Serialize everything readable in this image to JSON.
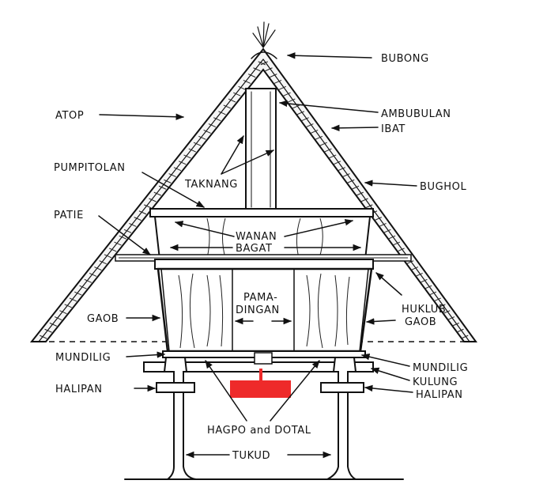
{
  "diagram": {
    "labels": {
      "bubong": "BUBONG",
      "ambubulan": "AMBUBULAN",
      "ibat": "IBAT",
      "atop": "ATOP",
      "bughol": "BUGHOL",
      "pumpitolan": "PUMPITOLAN",
      "taknang": "TAKNANG",
      "patie": "PATIE",
      "wanan": "WANAN",
      "bagat": "BAGAT",
      "pama": "PAMA-",
      "dingan": "DINGAN",
      "gaob": "GAOB",
      "huklub": "HUKLUB",
      "huklub_gaob": "GAOB",
      "mundilig_left": "MUNDILIG",
      "mundilig_right": "MUNDILIG",
      "kulung": "KULUNG",
      "halipan_left": "HALIPAN",
      "halipan_right": "HALIPAN",
      "hagpo": "HAGPO and DOTAL",
      "tukud": "TUKUD"
    },
    "colors": {
      "ink": "#111111",
      "highlight": "#ee2a2a",
      "background": "#ffffff"
    }
  }
}
